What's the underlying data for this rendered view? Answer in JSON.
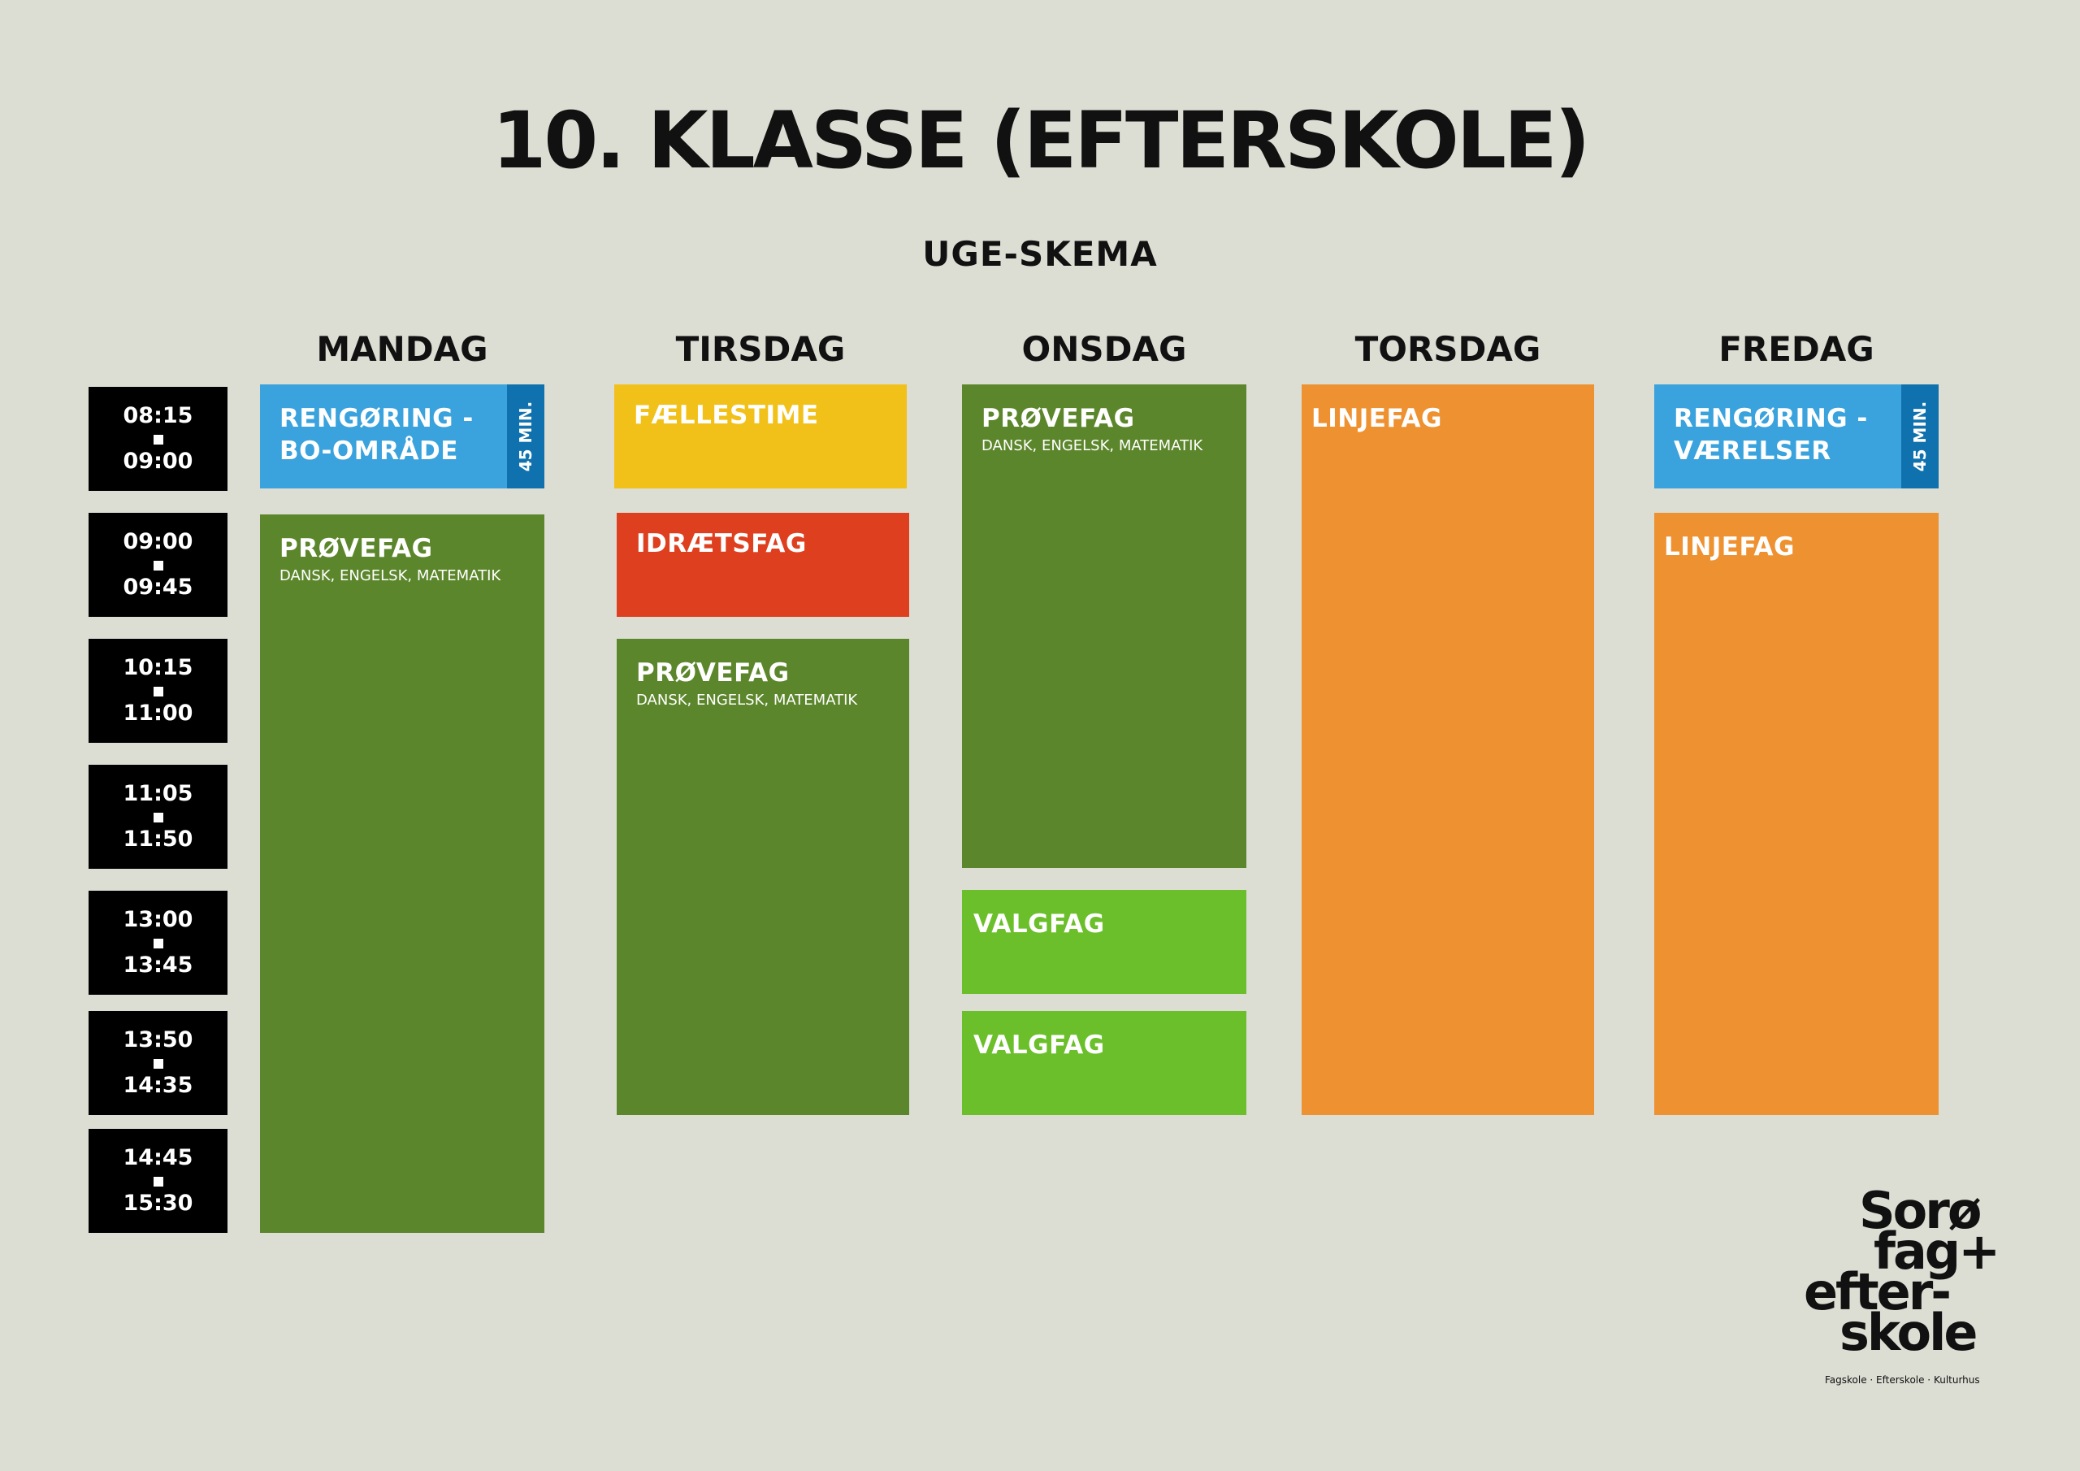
{
  "title": "10. KLASSE (EFTERSKOLE)",
  "subtitle": "UGE-SKEMA",
  "days": [
    "MANDAG",
    "TIRSDAG",
    "ONSDAG",
    "TORSDAG",
    "FREDAG"
  ],
  "time_slots": [
    {
      "start": "08:15",
      "end": "09:00"
    },
    {
      "start": "09:00",
      "end": "09:45"
    },
    {
      "start": "10:15",
      "end": "11:00"
    },
    {
      "start": "11:05",
      "end": "11:50"
    },
    {
      "start": "13:00",
      "end": "13:45"
    },
    {
      "start": "13:50",
      "end": "14:35"
    },
    {
      "start": "14:45",
      "end": "15:30"
    }
  ],
  "blocks": {
    "mon_cleaning": {
      "title_line1": "RENGØRING -",
      "title_line2": "BO-OMRÅDE",
      "duration": "45 MIN.",
      "color": "#3aa2dc"
    },
    "mon_provefag": {
      "title": "PRØVEFAG",
      "subjects": "DANSK, ENGELSK, MATEMATIK",
      "color": "#5c862b"
    },
    "tue_faellestime": {
      "title": "FÆLLESTIME",
      "color": "#f1c11a"
    },
    "tue_idraetsfag": {
      "title": "IDRÆTSFAG",
      "color": "#de3f1f"
    },
    "tue_provefag": {
      "title": "PRØVEFAG",
      "subjects": "DANSK, ENGELSK, MATEMATIK",
      "color": "#5c862b"
    },
    "wed_provefag": {
      "title": "PRØVEFAG",
      "subjects": "DANSK, ENGELSK, MATEMATIK",
      "color": "#5c862b"
    },
    "wed_valgfag1": {
      "title": "VALGFAG",
      "color": "#6bbf2a"
    },
    "wed_valgfag2": {
      "title": "VALGFAG",
      "color": "#6bbf2a"
    },
    "thu_linjefag": {
      "title": "LINJEFAG",
      "color": "#ee9130"
    },
    "fri_cleaning": {
      "title_line1": "RENGØRING -",
      "title_line2": "VÆRELSER",
      "duration": "45 MIN.",
      "color": "#3aa2dc"
    },
    "fri_linjefag": {
      "title": "LINJEFAG",
      "color": "#ee9130"
    }
  },
  "logo": {
    "lines": [
      "Sorø",
      "fag+",
      "efter-",
      "skole"
    ],
    "tagline": "Fagskole · Efterskole · Kulturhus"
  }
}
